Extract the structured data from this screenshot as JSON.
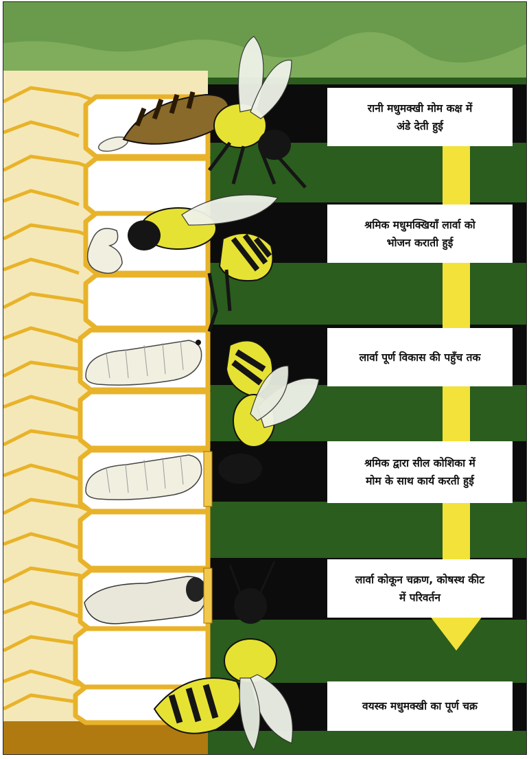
{
  "colors": {
    "grass_top": "#6a9b4c",
    "grass_band": "#7fad5b",
    "green_background": "#2b5d1e",
    "black_band": "#0c0c0c",
    "comb_back": "#f5e8b8",
    "comb_wax": "#e8b32a",
    "comb_wax_dark": "#b07a10",
    "cell_interior": "#ffffff",
    "arrow": "#f3e23a",
    "bee_yellow": "#e6e234",
    "bee_black": "#151515",
    "larva": "#f1efe0"
  },
  "stages": [
    {
      "id": "egg",
      "label": "रानी मधुमक्खी मोम कक्ष में\nअंडे देती हुई"
    },
    {
      "id": "feeding",
      "label": "श्रमिक मधुमक्खियाँ लार्वा को\nभोजन कराती हुई"
    },
    {
      "id": "growth",
      "label": "लार्वा पूर्ण विकास की पहुँच तक"
    },
    {
      "id": "sealing",
      "label": "श्रमिक द्वारा सील कोशिका में\nमोम  के साथ कार्य करती हुई"
    },
    {
      "id": "pupa",
      "label": "लार्वा कोकून चक्रण, कोषस्थ कीट\nमें परिवर्तन"
    },
    {
      "id": "adult",
      "label": "वयस्क मधुमक्खी का पूर्ण चक्र"
    }
  ],
  "icons": {
    "arrow": "down-arrow-icon",
    "queen": "queen-bee-icon",
    "worker": "worker-bee-icon",
    "larva": "larva-icon",
    "pupa": "pupa-icon",
    "egg": "egg-icon"
  }
}
